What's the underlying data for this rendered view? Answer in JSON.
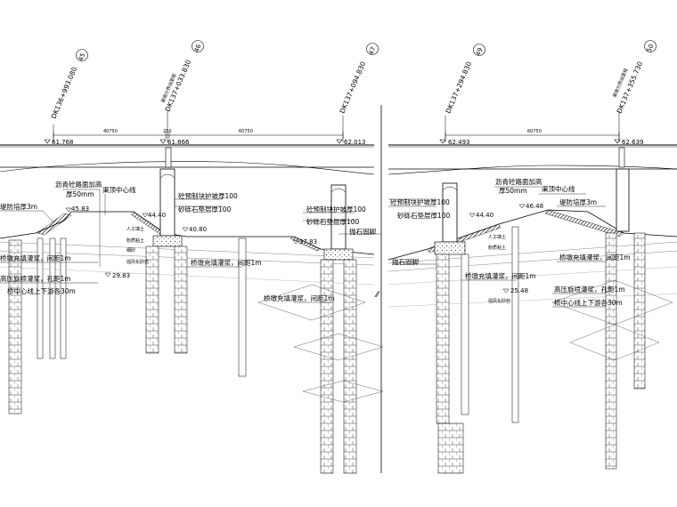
{
  "stations": [
    {
      "label": "DK136+993.080",
      "pier": "45"
    },
    {
      "label": "DK137+033.830",
      "pier": "46",
      "note": "渠墩分界线里程"
    },
    {
      "label": "DK137+094.830",
      "pier": "47"
    },
    {
      "label": "DK137+294.830",
      "pier": "49"
    },
    {
      "label": "DK137+355.730",
      "pier": "50",
      "note": "渠墩分界线里程"
    }
  ],
  "spans": {
    "left_a": "40750",
    "left_b": "250",
    "left_c": "60750",
    "right": "60750"
  },
  "elevations": {
    "e1": "61.768",
    "e2": "61.866",
    "e3": "62.013",
    "e4": "62.493",
    "e5": "62.639",
    "e6": "45.83",
    "e7": "44.40",
    "e8": "40.80",
    "e9": "29.83",
    "e10": "37.83",
    "e11": "44.40",
    "e12": "46.48",
    "e13": "25.48"
  },
  "labels": {
    "asphalt": "沥青砼路面加高",
    "thick50": "厚50mm",
    "canal_center": "渠顶中心线",
    "road_w": "堤防培厚3m",
    "precast_a": "砼预制块护坡厚100",
    "gravel": "砂砾石垫层厚100",
    "pile_grout": "桥墩充填灌浆，间距1m",
    "jet_grout": "高压旋喷灌浆，孔距1m",
    "pier_center": "桥中心线上下游各30m",
    "riprap": "抛石固脚",
    "grout_r": "桥墩充填灌浆，间距1m",
    "layer1": "人工填土",
    "layer2": "粉质粘土",
    "layer3": "细砂",
    "layer4": "强风化砂岩"
  }
}
